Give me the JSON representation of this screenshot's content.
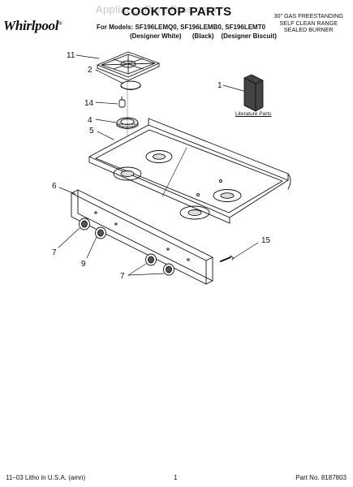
{
  "watermark": "AppliancePartsPros.com",
  "brand": "Whirlpool",
  "brand_mark": "®",
  "title": "COOKTOP PARTS",
  "models_line": "For Models: SF196LEMQ0, SF196LEMB0, SF196LEMT0",
  "variants_line": "(Designer White)      (Black)    (Designer Biscuit)",
  "range_desc": [
    "30\" GAS FREESTANDING",
    "SELF CLEAN RANGE",
    "SEALED BURNER"
  ],
  "literature_label": "Literature Parts",
  "callouts": {
    "c11": "11",
    "c2": "2",
    "c1": "1",
    "c14": "14",
    "c4": "4",
    "c5": "5",
    "c6": "6",
    "c7a": "7",
    "c9": "9",
    "c7b": "7",
    "c15": "15"
  },
  "footer": {
    "left": "11–03 Litho in U.S.A. (amn)",
    "center": "1",
    "right": "Part No. 8187803"
  }
}
